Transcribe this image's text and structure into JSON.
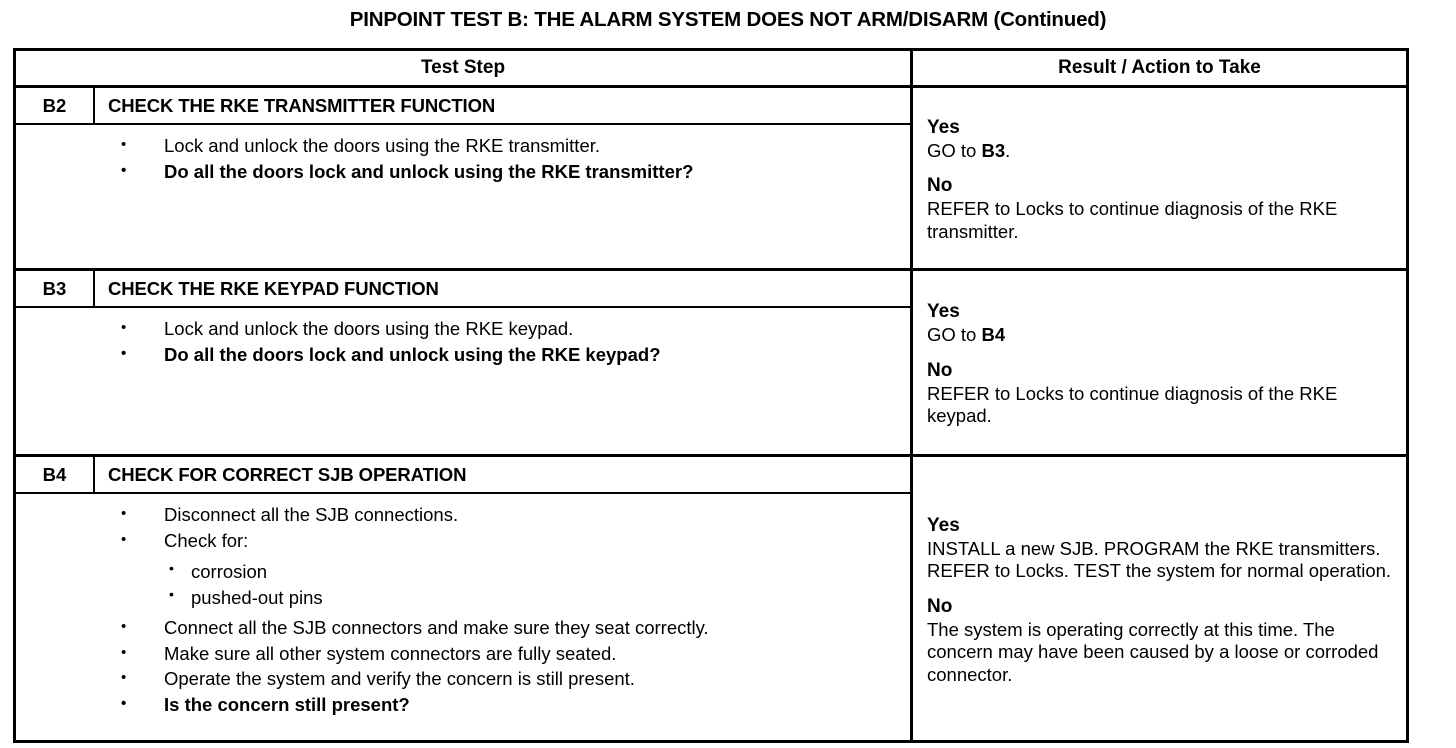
{
  "document": {
    "title": "PINPOINT TEST  B: THE ALARM SYSTEM DOES NOT ARM/DISARM (Continued)"
  },
  "table": {
    "headers": {
      "test_step": "Test Step",
      "result_action": "Result / Action to Take"
    },
    "rows": [
      {
        "id": "B2",
        "title": "CHECK THE RKE TRANSMITTER FUNCTION",
        "bullets": [
          {
            "text": "Lock and unlock the doors using the RKE transmitter.",
            "bold": false
          },
          {
            "text": "Do all the doors lock and unlock using the RKE transmitter?",
            "bold": true
          }
        ],
        "results": [
          {
            "label": "Yes",
            "text_before": "GO to ",
            "text_bold": "B3",
            "text_after": "."
          },
          {
            "label": "No",
            "text_before": "REFER to  Locks to continue diagnosis of the RKE transmitter.",
            "text_bold": "",
            "text_after": ""
          }
        ]
      },
      {
        "id": "B3",
        "title": "CHECK THE RKE KEYPAD FUNCTION",
        "bullets": [
          {
            "text": "Lock and unlock the doors using the RKE keypad.",
            "bold": false
          },
          {
            "text": "Do all the doors lock and unlock using the RKE keypad?",
            "bold": true
          }
        ],
        "results": [
          {
            "label": "Yes",
            "text_before": "GO to ",
            "text_bold": "B4",
            "text_after": ""
          },
          {
            "label": "No",
            "text_before": "REFER to  Locks to continue diagnosis of the RKE keypad.",
            "text_bold": "",
            "text_after": ""
          }
        ]
      },
      {
        "id": "B4",
        "title": "CHECK FOR CORRECT SJB OPERATION",
        "bullets": [
          {
            "text": "Disconnect all the SJB connections.",
            "bold": false
          },
          {
            "text": "Check for:",
            "bold": false
          },
          {
            "text": "Connect all the SJB connectors and make sure they seat correctly.",
            "bold": false
          },
          {
            "text": "Make sure all other system connectors are fully seated.",
            "bold": false
          },
          {
            "text": "Operate the system and verify the concern is still present.",
            "bold": false
          },
          {
            "text": "Is the concern still present?",
            "bold": true
          }
        ],
        "subbullets": [
          "corrosion",
          "pushed-out pins"
        ],
        "results": [
          {
            "label": "Yes",
            "text_before": "INSTALL a new SJB. PROGRAM the RKE transmitters. REFER to  Locks. TEST the system for normal operation.",
            "text_bold": "",
            "text_after": ""
          },
          {
            "label": "No",
            "text_before": "The system is operating correctly at this time. The concern may have been caused by a loose or corroded connector.",
            "text_bold": "",
            "text_after": ""
          }
        ]
      }
    ]
  }
}
